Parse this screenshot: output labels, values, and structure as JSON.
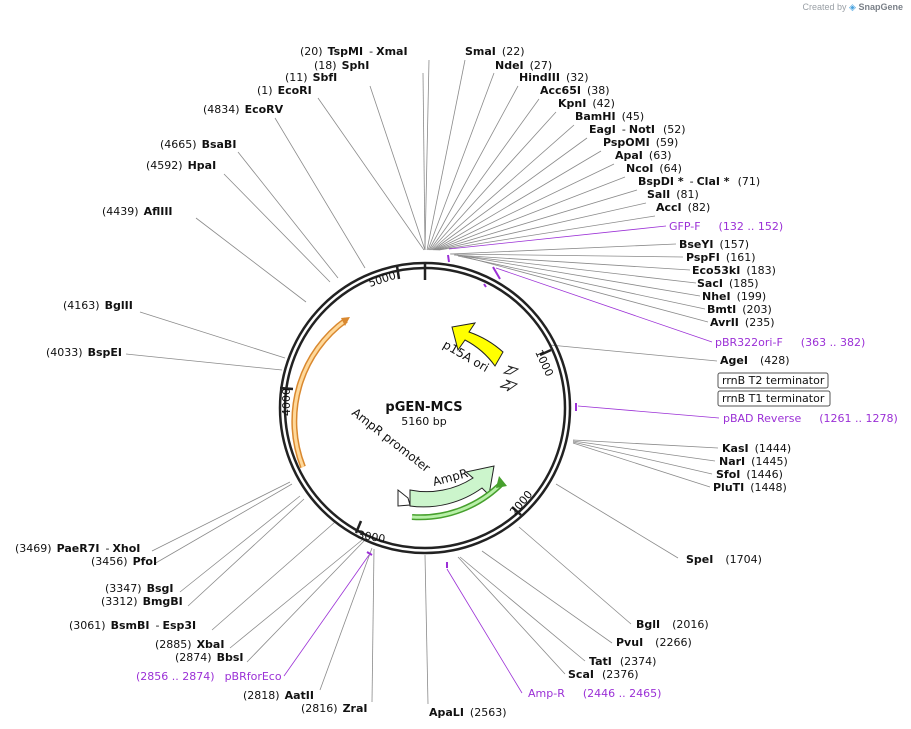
{
  "watermark": {
    "prefix": "Created by",
    "brand": "SnapGene"
  },
  "plasmid": {
    "name": "pGEN-MCS",
    "size_label": "5160 bp"
  },
  "ticks": [
    {
      "text": "1000"
    },
    {
      "text": "2000"
    },
    {
      "text": "3000"
    },
    {
      "text": "4000"
    },
    {
      "text": "5000"
    }
  ],
  "features": [
    {
      "name": "p15A ori",
      "color": "#ffff00"
    },
    {
      "name": "AmpR",
      "color": "#ccf5cc"
    },
    {
      "name": "AmpR promoter",
      "color": "#ffffff"
    }
  ],
  "sites": [
    {
      "pos": "(20)",
      "name": "TspMI",
      "name2": "XmaI"
    },
    {
      "pos": "(18)",
      "name": "SphI"
    },
    {
      "pos": "(11)",
      "name": "SbfI"
    },
    {
      "pos": "(1)",
      "name": "EcoRI"
    },
    {
      "pos": "(4834)",
      "name": "EcoRV"
    },
    {
      "pos": "(4665)",
      "name": "BsaBI"
    },
    {
      "pos": "(4592)",
      "name": "HpaI"
    },
    {
      "pos": "(4439)",
      "name": "AflIII"
    },
    {
      "pos": "(4163)",
      "name": "BglII"
    },
    {
      "pos": "(4033)",
      "name": "BspEI"
    },
    {
      "pos": "(3469)",
      "name": "PaeR7I",
      "name2": "XhoI"
    },
    {
      "pos": "(3456)",
      "name": "PfoI"
    },
    {
      "pos": "(3347)",
      "name": "BsgI"
    },
    {
      "pos": "(3312)",
      "name": "BmgBI"
    },
    {
      "pos": "(3061)",
      "name": "BsmBI",
      "name2": "Esp3I"
    },
    {
      "pos": "(2885)",
      "name": "XbaI"
    },
    {
      "pos": "(2874)",
      "name": "BbsI"
    },
    {
      "pos": "(2818)",
      "name": "AatII"
    },
    {
      "pos": "(2816)",
      "name": "ZraI"
    },
    {
      "pos": "(2563)",
      "name": "ApaLI"
    },
    {
      "pos": "(22)",
      "name": "SmaI"
    },
    {
      "pos": "(27)",
      "name": "NdeI"
    },
    {
      "pos": "(32)",
      "name": "HindIII"
    },
    {
      "pos": "(38)",
      "name": "Acc65I"
    },
    {
      "pos": "(42)",
      "name": "KpnI"
    },
    {
      "pos": "(45)",
      "name": "BamHI"
    },
    {
      "pos": "(52)",
      "name": "EagI",
      "name2": "NotI"
    },
    {
      "pos": "(59)",
      "name": "PspOMI"
    },
    {
      "pos": "(63)",
      "name": "ApaI"
    },
    {
      "pos": "(64)",
      "name": "NcoI"
    },
    {
      "pos": "(71)",
      "name": "BspDI *",
      "name2": "ClaI *"
    },
    {
      "pos": "(81)",
      "name": "SalI"
    },
    {
      "pos": "(82)",
      "name": "AccI"
    },
    {
      "pos": "(157)",
      "name": "BseYI"
    },
    {
      "pos": "(161)",
      "name": "PspFI"
    },
    {
      "pos": "(183)",
      "name": "Eco53kI"
    },
    {
      "pos": "(185)",
      "name": "SacI"
    },
    {
      "pos": "(199)",
      "name": "NheI"
    },
    {
      "pos": "(203)",
      "name": "BmtI"
    },
    {
      "pos": "(235)",
      "name": "AvrII"
    },
    {
      "pos": "(428)",
      "name": "AgeI"
    },
    {
      "pos": "(1444)",
      "name": "KasI"
    },
    {
      "pos": "(1445)",
      "name": "NarI"
    },
    {
      "pos": "(1446)",
      "name": "SfoI"
    },
    {
      "pos": "(1448)",
      "name": "PluTI"
    },
    {
      "pos": "(1704)",
      "name": "SpeI"
    },
    {
      "pos": "(2016)",
      "name": "BglI"
    },
    {
      "pos": "(2266)",
      "name": "PvuI"
    },
    {
      "pos": "(2374)",
      "name": "TatI"
    },
    {
      "pos": "(2376)",
      "name": "ScaI"
    }
  ],
  "primers": [
    {
      "name": "GFP-F",
      "range": "(132 .. 152)"
    },
    {
      "name": "pBR322ori-F",
      "range": "(363 .. 382)"
    },
    {
      "name": "pBAD Reverse",
      "range": "(1261 .. 1278)"
    },
    {
      "name": "Amp-R",
      "range": "(2446 .. 2465)"
    },
    {
      "name": "pBRforEco",
      "range": "(2856 .. 2874)"
    }
  ],
  "terminators": [
    {
      "name": "rrnB T2 terminator"
    },
    {
      "name": "rrnB T1 terminator"
    }
  ]
}
